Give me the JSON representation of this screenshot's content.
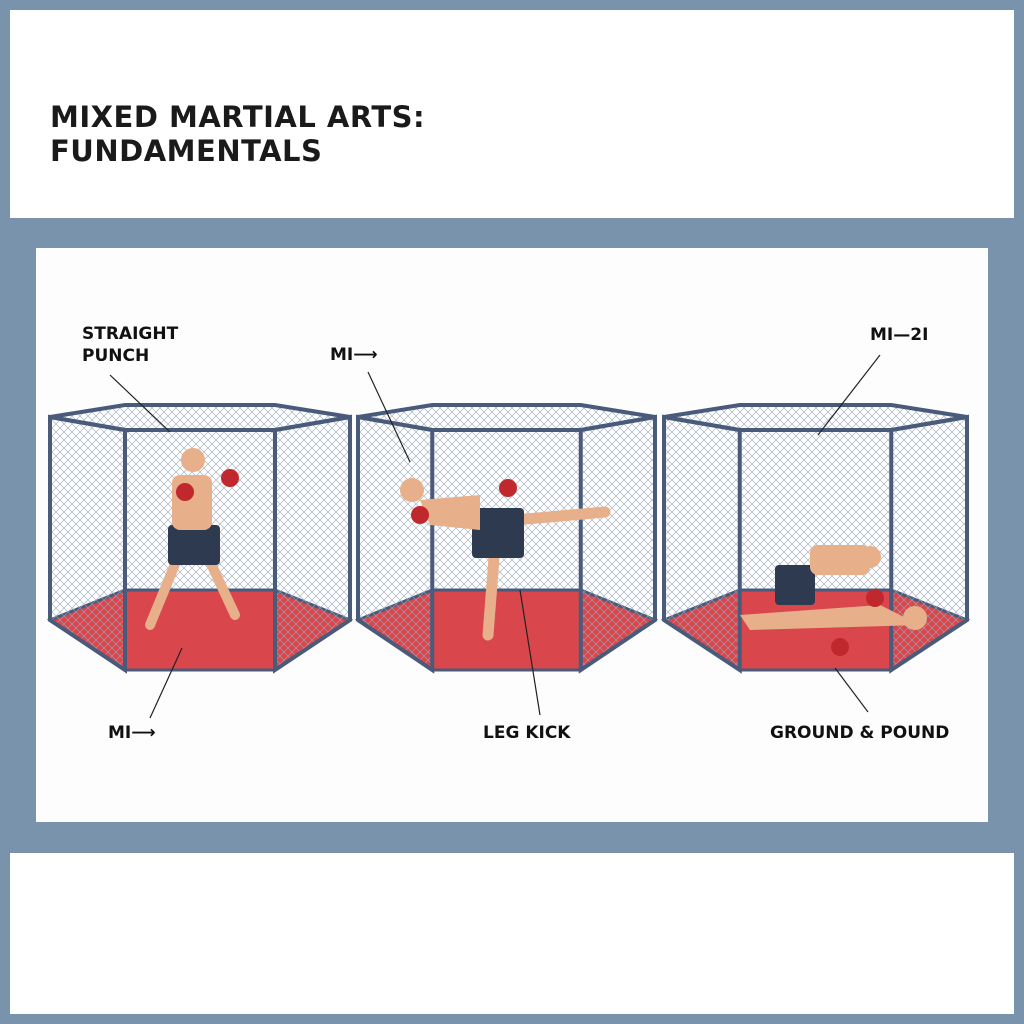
{
  "header": {
    "title_line1": "MIXED MARTIAL ARTS:",
    "title_line2": "FUNDAMENTALS"
  },
  "labels": {
    "straight_punch_1": "STRAIGHT",
    "straight_punch_2": "PUNCH",
    "mi_arrow_top": "MI⟶",
    "mi_2i": "MI—2I",
    "mi_arrow_bottom": "MI⟶",
    "leg_kick": "LEG KICK",
    "ground_pound": "GROUND & POUND"
  },
  "colors": {
    "frame": "#7893ab",
    "mat": "#d9474c",
    "cage": "#4a5a7a",
    "glove": "#c0282d",
    "skin": "#e8b08a",
    "shorts": "#2d3a4f"
  }
}
